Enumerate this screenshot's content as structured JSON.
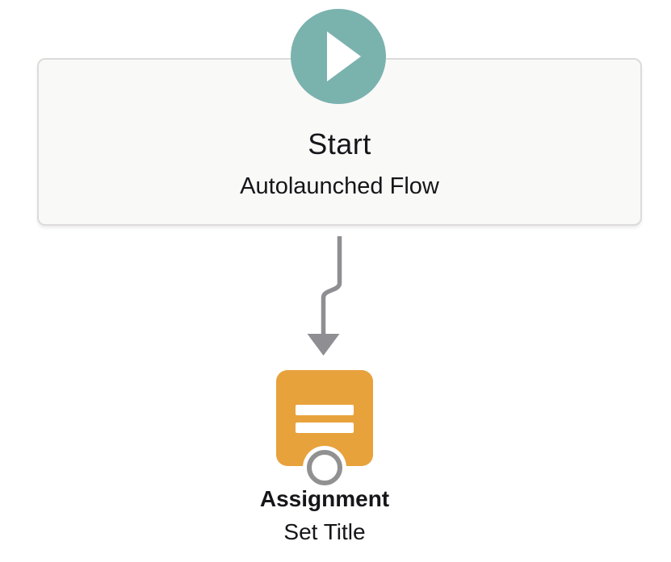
{
  "canvas": {
    "background_color": "#ffffff"
  },
  "start_node": {
    "title": "Start",
    "subtitle": "Autolaunched Flow",
    "icon": "play-icon",
    "accent_color": "#7ab2ae",
    "box_background_color": "#f9f9f8",
    "box_border_color": "#dddbda"
  },
  "connector": {
    "icon": "arrow-down-icon",
    "color": "#8e8e93"
  },
  "assignment_node": {
    "type_label": "Assignment",
    "name_label": "Set Title",
    "icon": "assignment-icon",
    "accent_color": "#e8a23c",
    "connection_dot_color": "#919191",
    "text_color": "#16161a"
  }
}
